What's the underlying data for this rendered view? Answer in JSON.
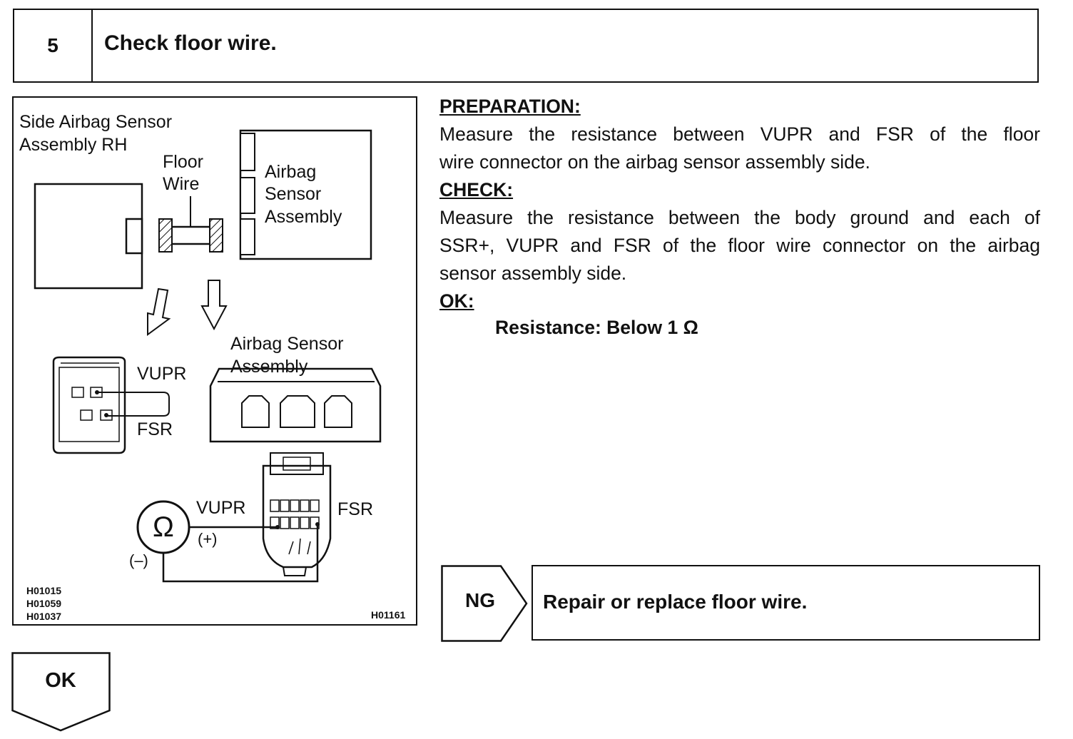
{
  "step": {
    "number": "5",
    "title": "Check floor wire."
  },
  "figure": {
    "label_side_sensor_line1": "Side Airbag Sensor",
    "label_side_sensor_line2": "Assembly RH",
    "label_floor_wire_line1": "Floor",
    "label_floor_wire_line2": "Wire",
    "label_airbag_sensor_line1": "Airbag",
    "label_airbag_sensor_line2": "Sensor",
    "label_airbag_sensor_line3": "Assembly",
    "label_vupr_connector": "VUPR",
    "label_fsr_connector": "FSR",
    "label_airbag_assembly_line1": "Airbag Sensor",
    "label_airbag_assembly_line2": "Assembly",
    "label_meter_vupr": "VUPR",
    "label_meter_fsr": "FSR",
    "label_plus": "(+)",
    "label_minus": "(–)",
    "ohm_symbol": "Ω",
    "ref_codes": [
      "H01015",
      "H01059",
      "H01037"
    ],
    "figure_code": "H01161"
  },
  "instructions": {
    "preparation_heading": "PREPARATION:",
    "preparation_line1": "Measure the resistance between VUPR and FSR of the floor",
    "preparation_line2": "wire connector on the airbag sensor assembly side.",
    "check_heading": "CHECK:",
    "check_line1": "Measure the resistance between the body ground and each of",
    "check_line2": "SSR+, VUPR and FSR of the floor wire connector on the airbag",
    "check_line3": "sensor assembly side.",
    "ok_heading": "OK:",
    "ok_spec": "Resistance: Below 1 Ω"
  },
  "results": {
    "ng_label": "NG",
    "ng_action": "Repair or replace floor wire.",
    "ok_label": "OK"
  }
}
